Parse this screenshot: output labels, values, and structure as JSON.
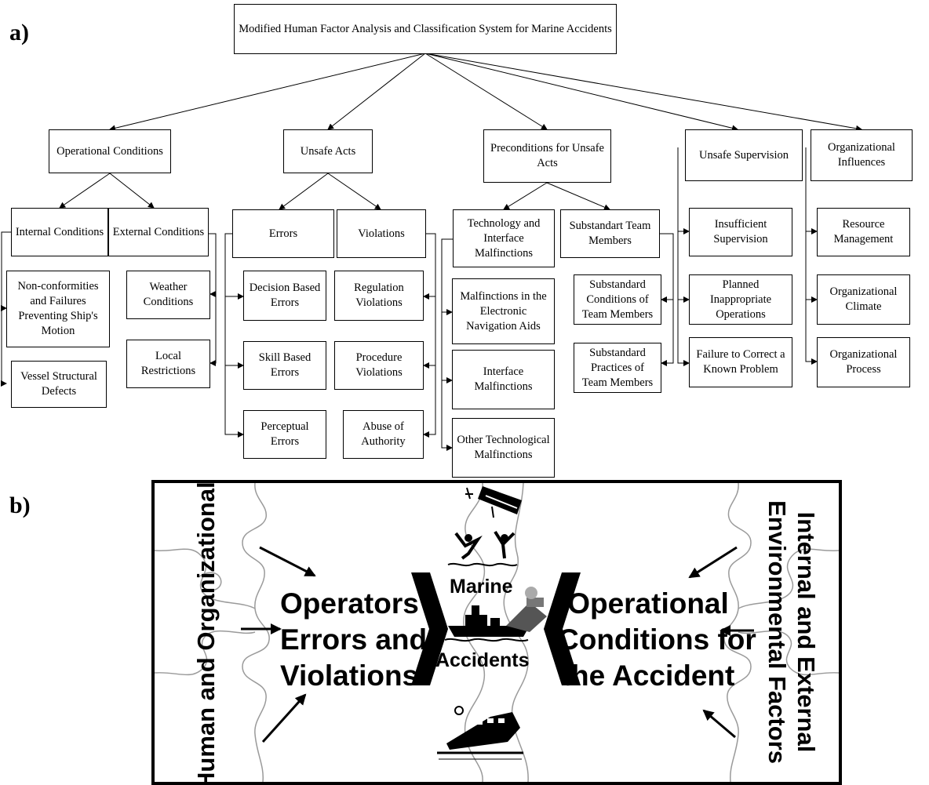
{
  "panel_a": {
    "label": "a)",
    "root": "Modified Human Factor Analysis and Classification System for Marine Accidents",
    "categories": {
      "operational": "Operational Conditions",
      "unsafe_acts": "Unsafe Acts",
      "preconditions": "Preconditions for Unsafe Acts",
      "supervision": "Unsafe Supervision",
      "organizational": "Organizational Influences"
    },
    "subcategories": {
      "internal": "Internal Conditions",
      "external": "External Conditions",
      "errors": "Errors",
      "violations": "Violations",
      "technology": "Technology and Interface Malfinctions",
      "team": "Substandart Team Members"
    },
    "leaves": {
      "nonconformities": "Non-conformities and Failures Preventing Ship's Motion",
      "structural": "Vessel Structural Defects",
      "weather": "Weather Conditions",
      "local": "Local Restrictions",
      "decision": "Decision Based Errors",
      "skill": "Skill Based Errors",
      "perceptual": "Perceptual Errors",
      "regulation": "Regulation Violations",
      "procedure": "Procedure Violations",
      "abuse": "Abuse of Authority",
      "navaids": "Malfinctions in the Electronic Navigation Aids",
      "interface": "Interface Malfinctions",
      "other_tech": "Other Technological Malfinctions",
      "conditions_team": "Substandard Conditions of Team Members",
      "practices_team": "Substandard Practices of Team Members",
      "insufficient": "Insufficient Supervision",
      "planned": "Planned Inappropriate Operations",
      "failure_correct": "Failure to Correct a Known Problem",
      "resource": "Resource Management",
      "climate": "Organizational Climate",
      "process": "Organizational Process"
    }
  },
  "panel_b": {
    "label": "b)",
    "left_vertical": "Human and Organizational Factors",
    "left_main": [
      "Operators'",
      "Errors and",
      "Violations"
    ],
    "center_top": "Marine",
    "center_bottom": "Accidents",
    "right_main": [
      "Operational",
      "Conditions for",
      "the Accident"
    ],
    "right_vertical": "Internal and External Environmental Factors",
    "icons": [
      "sinking-ship-people-icon",
      "ship-collision-icon",
      "capsized-ship-icon"
    ]
  }
}
